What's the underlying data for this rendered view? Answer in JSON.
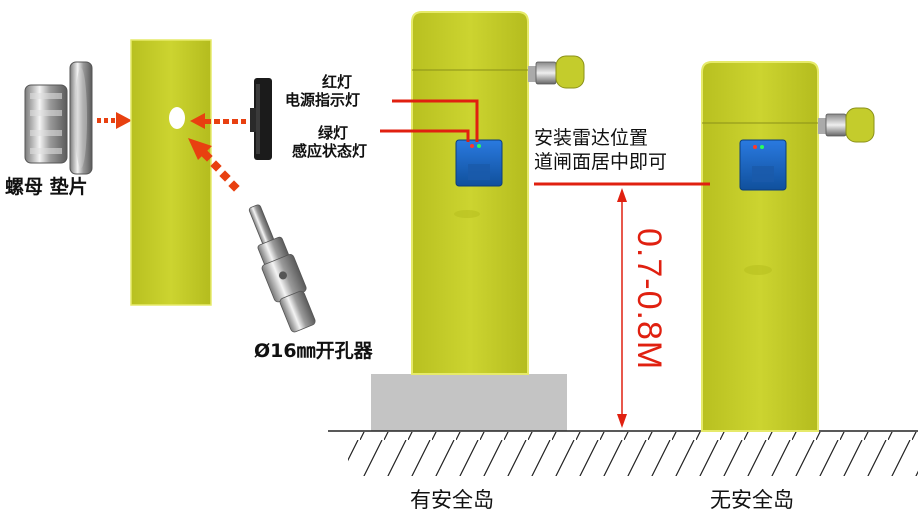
{
  "labels": {
    "nut_washer": "螺母 垫片",
    "hole_saw": "Ø16㎜开孔器",
    "red_light": "红灯",
    "power_indicator": "电源指示灯",
    "green_light": "绿灯",
    "sensing_status": "感应状态灯",
    "install_line1": "安装雷达位置",
    "install_line2": "道闸面居中即可",
    "height_range": "0.7-0.8M",
    "with_island": "有安全岛",
    "without_island": "无安全岛"
  },
  "colors": {
    "post_fill": "#c8d02a",
    "post_edge": "#e6ea6a",
    "arrow_red": "#e84010",
    "radar_blue": "#1a66c8",
    "island_gray": "#c4c4c4",
    "ground_line": "#222222"
  }
}
